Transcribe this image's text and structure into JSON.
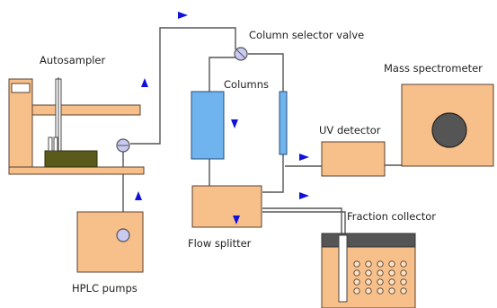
{
  "labels": {
    "autosampler": "Autosampler",
    "column_selector_valve": "Column selector valve",
    "columns": "Columns",
    "mass_spectrometer": "Mass spectrometer",
    "uv_detector": "UV detector",
    "fraction_collector": "Fraction collector",
    "flow_splitter": "Flow splitter",
    "hplc_pumps": "HPLC pumps"
  },
  "colors": {
    "component_fill": "#f7c08a",
    "component_stroke": "#5a4030",
    "column_fill": "#6fb4ee",
    "tray_fill": "#5a5a1a",
    "valve_fill": "#c9c9f2",
    "arrow_fill": "#1010dd",
    "ms_detector_fill": "#555555",
    "tube": "#555555"
  },
  "icons": [
    "flow-arrow-icon",
    "valve-icon"
  ]
}
